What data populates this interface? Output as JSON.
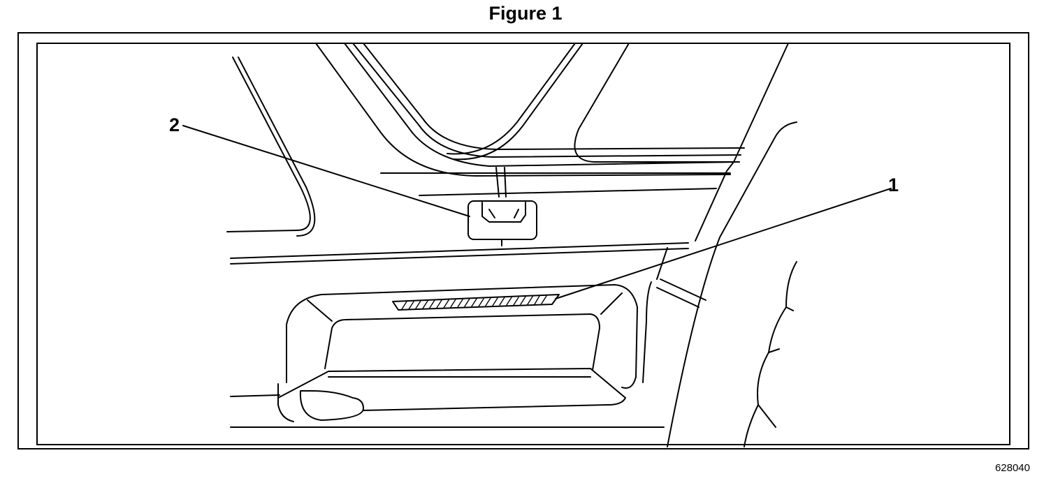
{
  "figure": {
    "title": "Figure 1",
    "id": "628040"
  },
  "callouts": [
    {
      "number": "1"
    },
    {
      "number": "2"
    }
  ],
  "colors": {
    "ink": "#000000",
    "paper": "#ffffff"
  }
}
